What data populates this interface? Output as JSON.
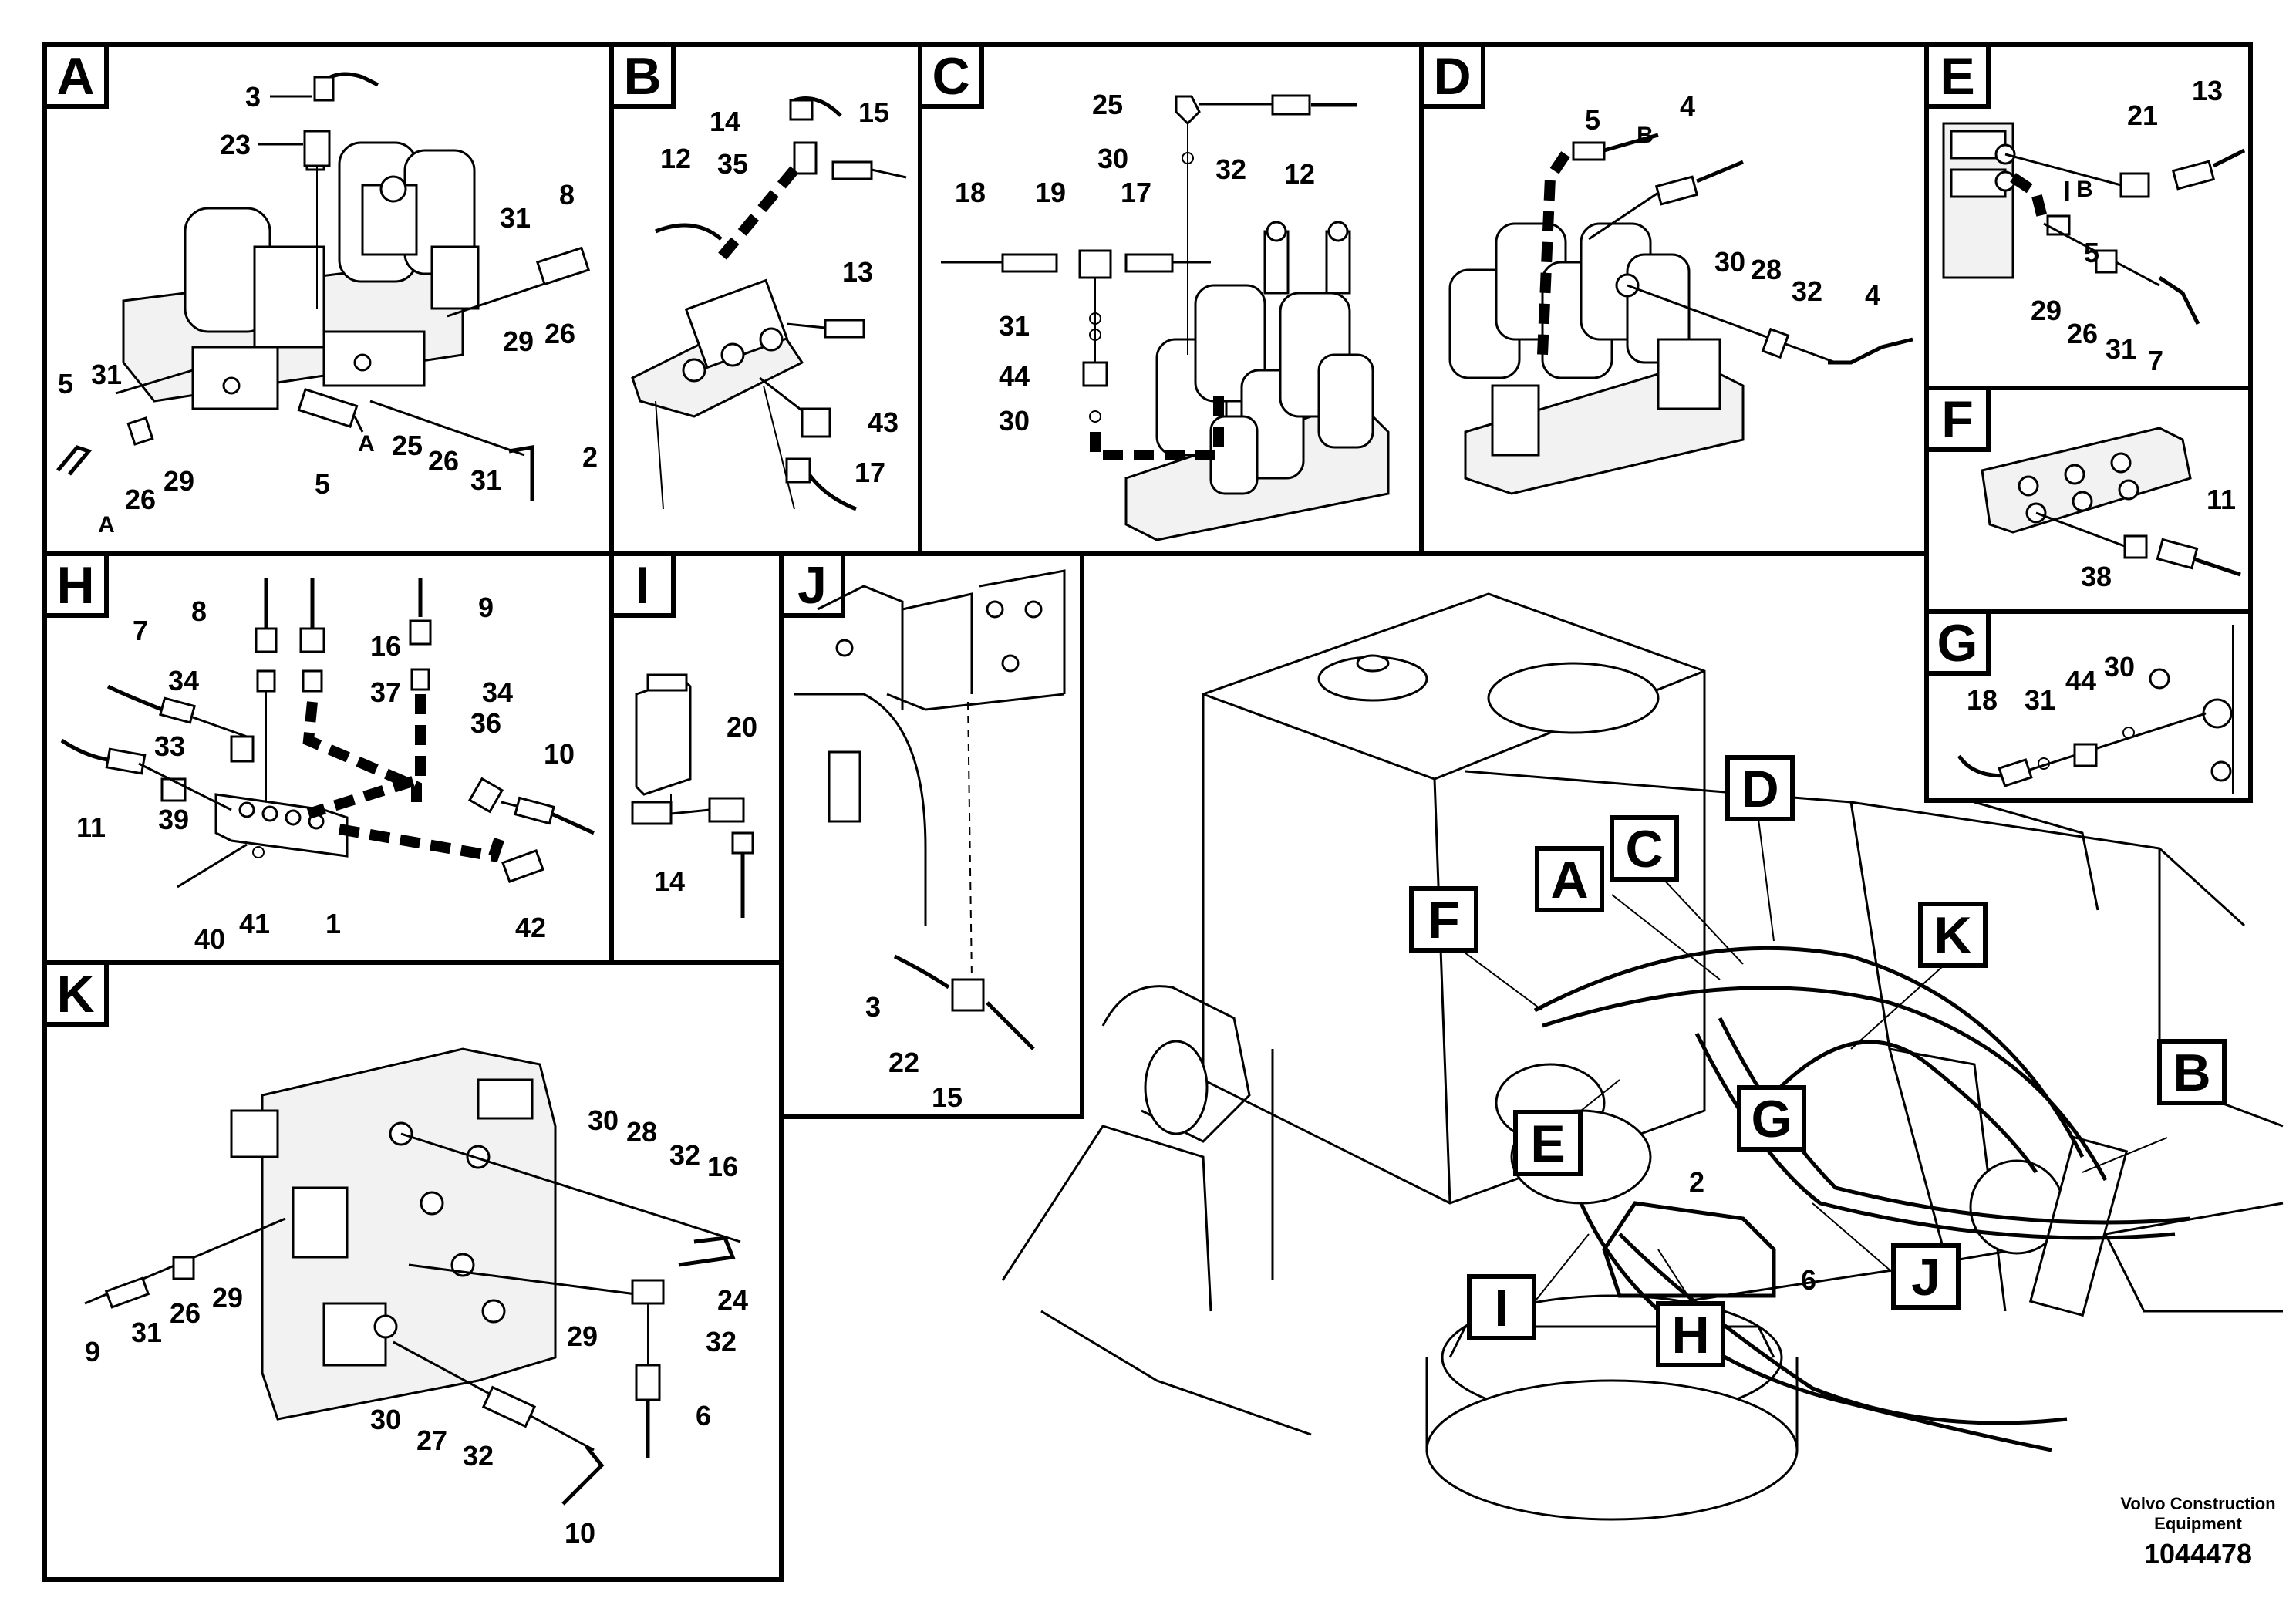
{
  "panels": {
    "A": {
      "letter": "A",
      "labels": [
        "3",
        "23",
        "31",
        "8",
        "5",
        "31",
        "26",
        "29",
        "26",
        "29",
        "5",
        "25",
        "26",
        "31",
        "2"
      ],
      "ends": [
        "A",
        "A"
      ]
    },
    "B": {
      "letter": "B",
      "labels": [
        "14",
        "15",
        "35",
        "12",
        "13",
        "43",
        "17"
      ]
    },
    "C": {
      "letter": "C",
      "labels": [
        "25",
        "30",
        "32",
        "12",
        "18",
        "19",
        "17",
        "31",
        "44",
        "30"
      ]
    },
    "D": {
      "letter": "D",
      "labels": [
        "5",
        "4",
        "30",
        "28",
        "32",
        "4"
      ],
      "ends": [
        "B"
      ]
    },
    "E": {
      "letter": "E",
      "labels": [
        "13",
        "21",
        "5",
        "29",
        "26",
        "31",
        "7"
      ],
      "ends": [
        "B"
      ]
    },
    "F": {
      "letter": "F",
      "labels": [
        "11",
        "38"
      ]
    },
    "G": {
      "letter": "G",
      "labels": [
        "18",
        "31",
        "44",
        "30"
      ]
    },
    "H": {
      "letter": "H",
      "labels": [
        "8",
        "9",
        "7",
        "16",
        "34",
        "37",
        "34",
        "36",
        "10",
        "33",
        "11",
        "39",
        "40",
        "41",
        "1",
        "42"
      ]
    },
    "I": {
      "letter": "I",
      "labels": [
        "20",
        "14"
      ]
    },
    "J": {
      "letter": "J",
      "labels": [
        "3",
        "22",
        "15"
      ]
    },
    "K": {
      "letter": "K",
      "labels": [
        "30",
        "28",
        "32",
        "16",
        "9",
        "31",
        "26",
        "29",
        "24",
        "29",
        "32",
        "30",
        "27",
        "32",
        "6",
        "10"
      ]
    }
  },
  "overview": {
    "callouts": [
      "D",
      "A",
      "C",
      "F",
      "K",
      "B",
      "E",
      "G",
      "I",
      "H",
      "J"
    ],
    "part_labels": [
      "2",
      "6"
    ]
  },
  "footer": {
    "company_line1": "Volvo Construction",
    "company_line2": "Equipment",
    "drawing_number": "1044478"
  }
}
